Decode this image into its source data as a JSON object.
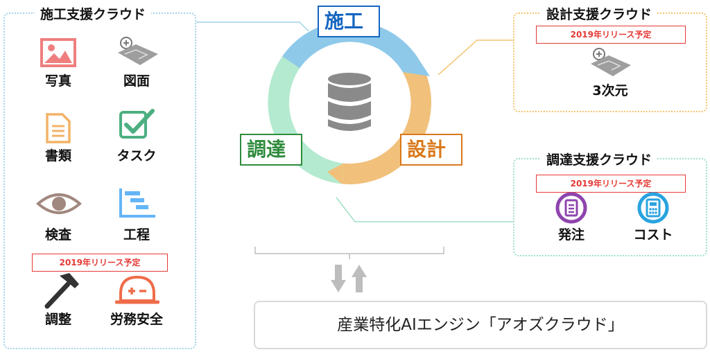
{
  "colors": {
    "construction": "#8ec9ea",
    "design": "#f1c07a",
    "procurement": "#b4ead0",
    "construction_text": "#1565c0",
    "design_text": "#d9781a",
    "procurement_text": "#2e8b3c",
    "release_red": "#e53935",
    "panel_blue": "#9fd3e8",
    "panel_orange": "#f3c46e",
    "panel_green": "#9fe0c4"
  },
  "left_panel": {
    "title": "施工支援クラウド",
    "items": [
      {
        "label": "写真",
        "icon": "photo-icon"
      },
      {
        "label": "図面",
        "icon": "blueprint-icon"
      },
      {
        "label": "書類",
        "icon": "document-icon"
      },
      {
        "label": "タスク",
        "icon": "task-check-icon"
      },
      {
        "label": "検査",
        "icon": "eye-icon"
      },
      {
        "label": "工程",
        "icon": "gantt-icon"
      }
    ],
    "release_badge": "2019年リリース予定",
    "future_items": [
      {
        "label": "調整",
        "icon": "hammer-icon"
      },
      {
        "label": "労務安全",
        "icon": "helmet-icon"
      }
    ]
  },
  "cycle": {
    "construction": "施工",
    "design": "設計",
    "procurement": "調達",
    "center_icon": "database-icon"
  },
  "design_panel": {
    "title": "設計支援クラウド",
    "release_badge": "2019年リリース予定",
    "items": [
      {
        "label": "3次元",
        "icon": "3d-blueprint-icon"
      }
    ]
  },
  "procurement_panel": {
    "title": "調達支援クラウド",
    "release_badge": "2019年リリース予定",
    "items": [
      {
        "label": "発注",
        "icon": "order-icon"
      },
      {
        "label": "コスト",
        "icon": "calculator-icon"
      }
    ]
  },
  "engine": {
    "label": "産業特化AIエンジン「アオズクラウド」",
    "arrows_icon": "sync-arrows-icon"
  }
}
